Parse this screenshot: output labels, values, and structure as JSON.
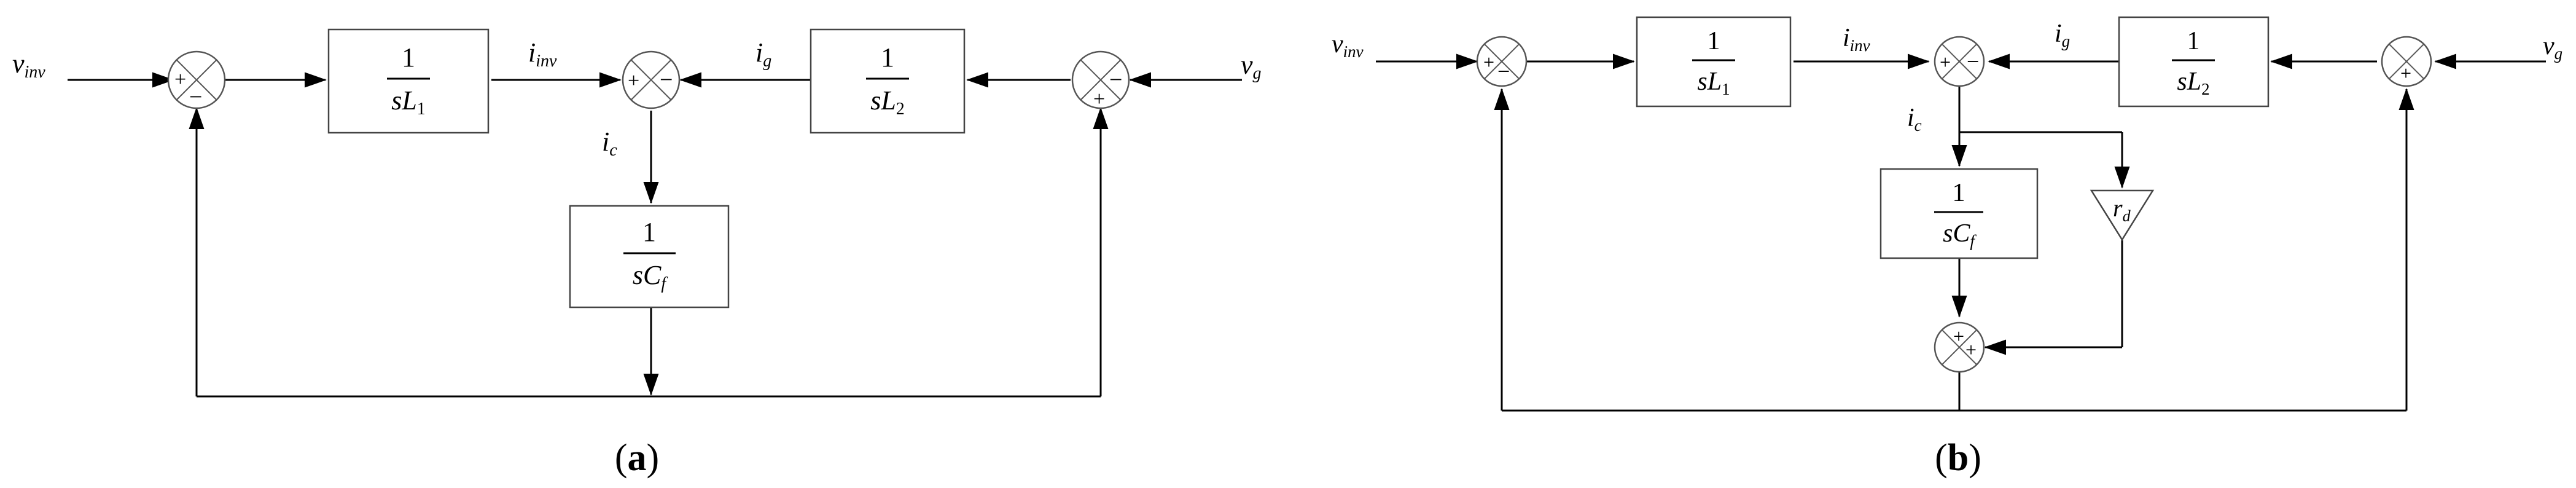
{
  "panel_a": {
    "caption_open": "(",
    "caption_letter": "a",
    "caption_close": ")",
    "signals": {
      "v_inv_main": "v",
      "v_inv_sub": "inv",
      "i_inv_main": "i",
      "i_inv_sub": "inv",
      "i_g_main": "i",
      "i_g_sub": "g",
      "v_g_main": "v",
      "v_g_sub": "g",
      "i_c_main": "i",
      "i_c_sub": "c"
    },
    "blocks": {
      "L1": {
        "numerator": "1",
        "den_main": "sL",
        "den_sub": "1"
      },
      "L2": {
        "numerator": "1",
        "den_main": "sL",
        "den_sub": "2"
      },
      "Cf": {
        "numerator": "1",
        "den_main": "sC",
        "den_sub": "f"
      }
    },
    "sum1": {
      "left": "+",
      "bottom": "−"
    },
    "sum2": {
      "left": "+",
      "right": "−"
    },
    "sum3": {
      "right": "−",
      "bottom": "+"
    }
  },
  "panel_b": {
    "caption_open": "(",
    "caption_letter": "b",
    "caption_close": ")",
    "signals": {
      "v_inv_main": "v",
      "v_inv_sub": "inv",
      "i_inv_main": "i",
      "i_inv_sub": "inv",
      "i_g_main": "i",
      "i_g_sub": "g",
      "v_g_main": "v",
      "v_g_sub": "g",
      "i_c_main": "i",
      "i_c_sub": "c"
    },
    "blocks": {
      "L1": {
        "numerator": "1",
        "den_main": "sL",
        "den_sub": "1"
      },
      "L2": {
        "numerator": "1",
        "den_main": "sL",
        "den_sub": "2"
      },
      "Cf": {
        "numerator": "1",
        "den_main": "sC",
        "den_sub": "f"
      },
      "rd": {
        "main": "r",
        "sub": "d"
      }
    },
    "sum1": {
      "left": "+",
      "bottom": "−"
    },
    "sum2": {
      "left": "+",
      "right": "−"
    },
    "sum3": {
      "bottom": "+"
    },
    "sum4": {
      "top": "+",
      "right": "+"
    }
  }
}
